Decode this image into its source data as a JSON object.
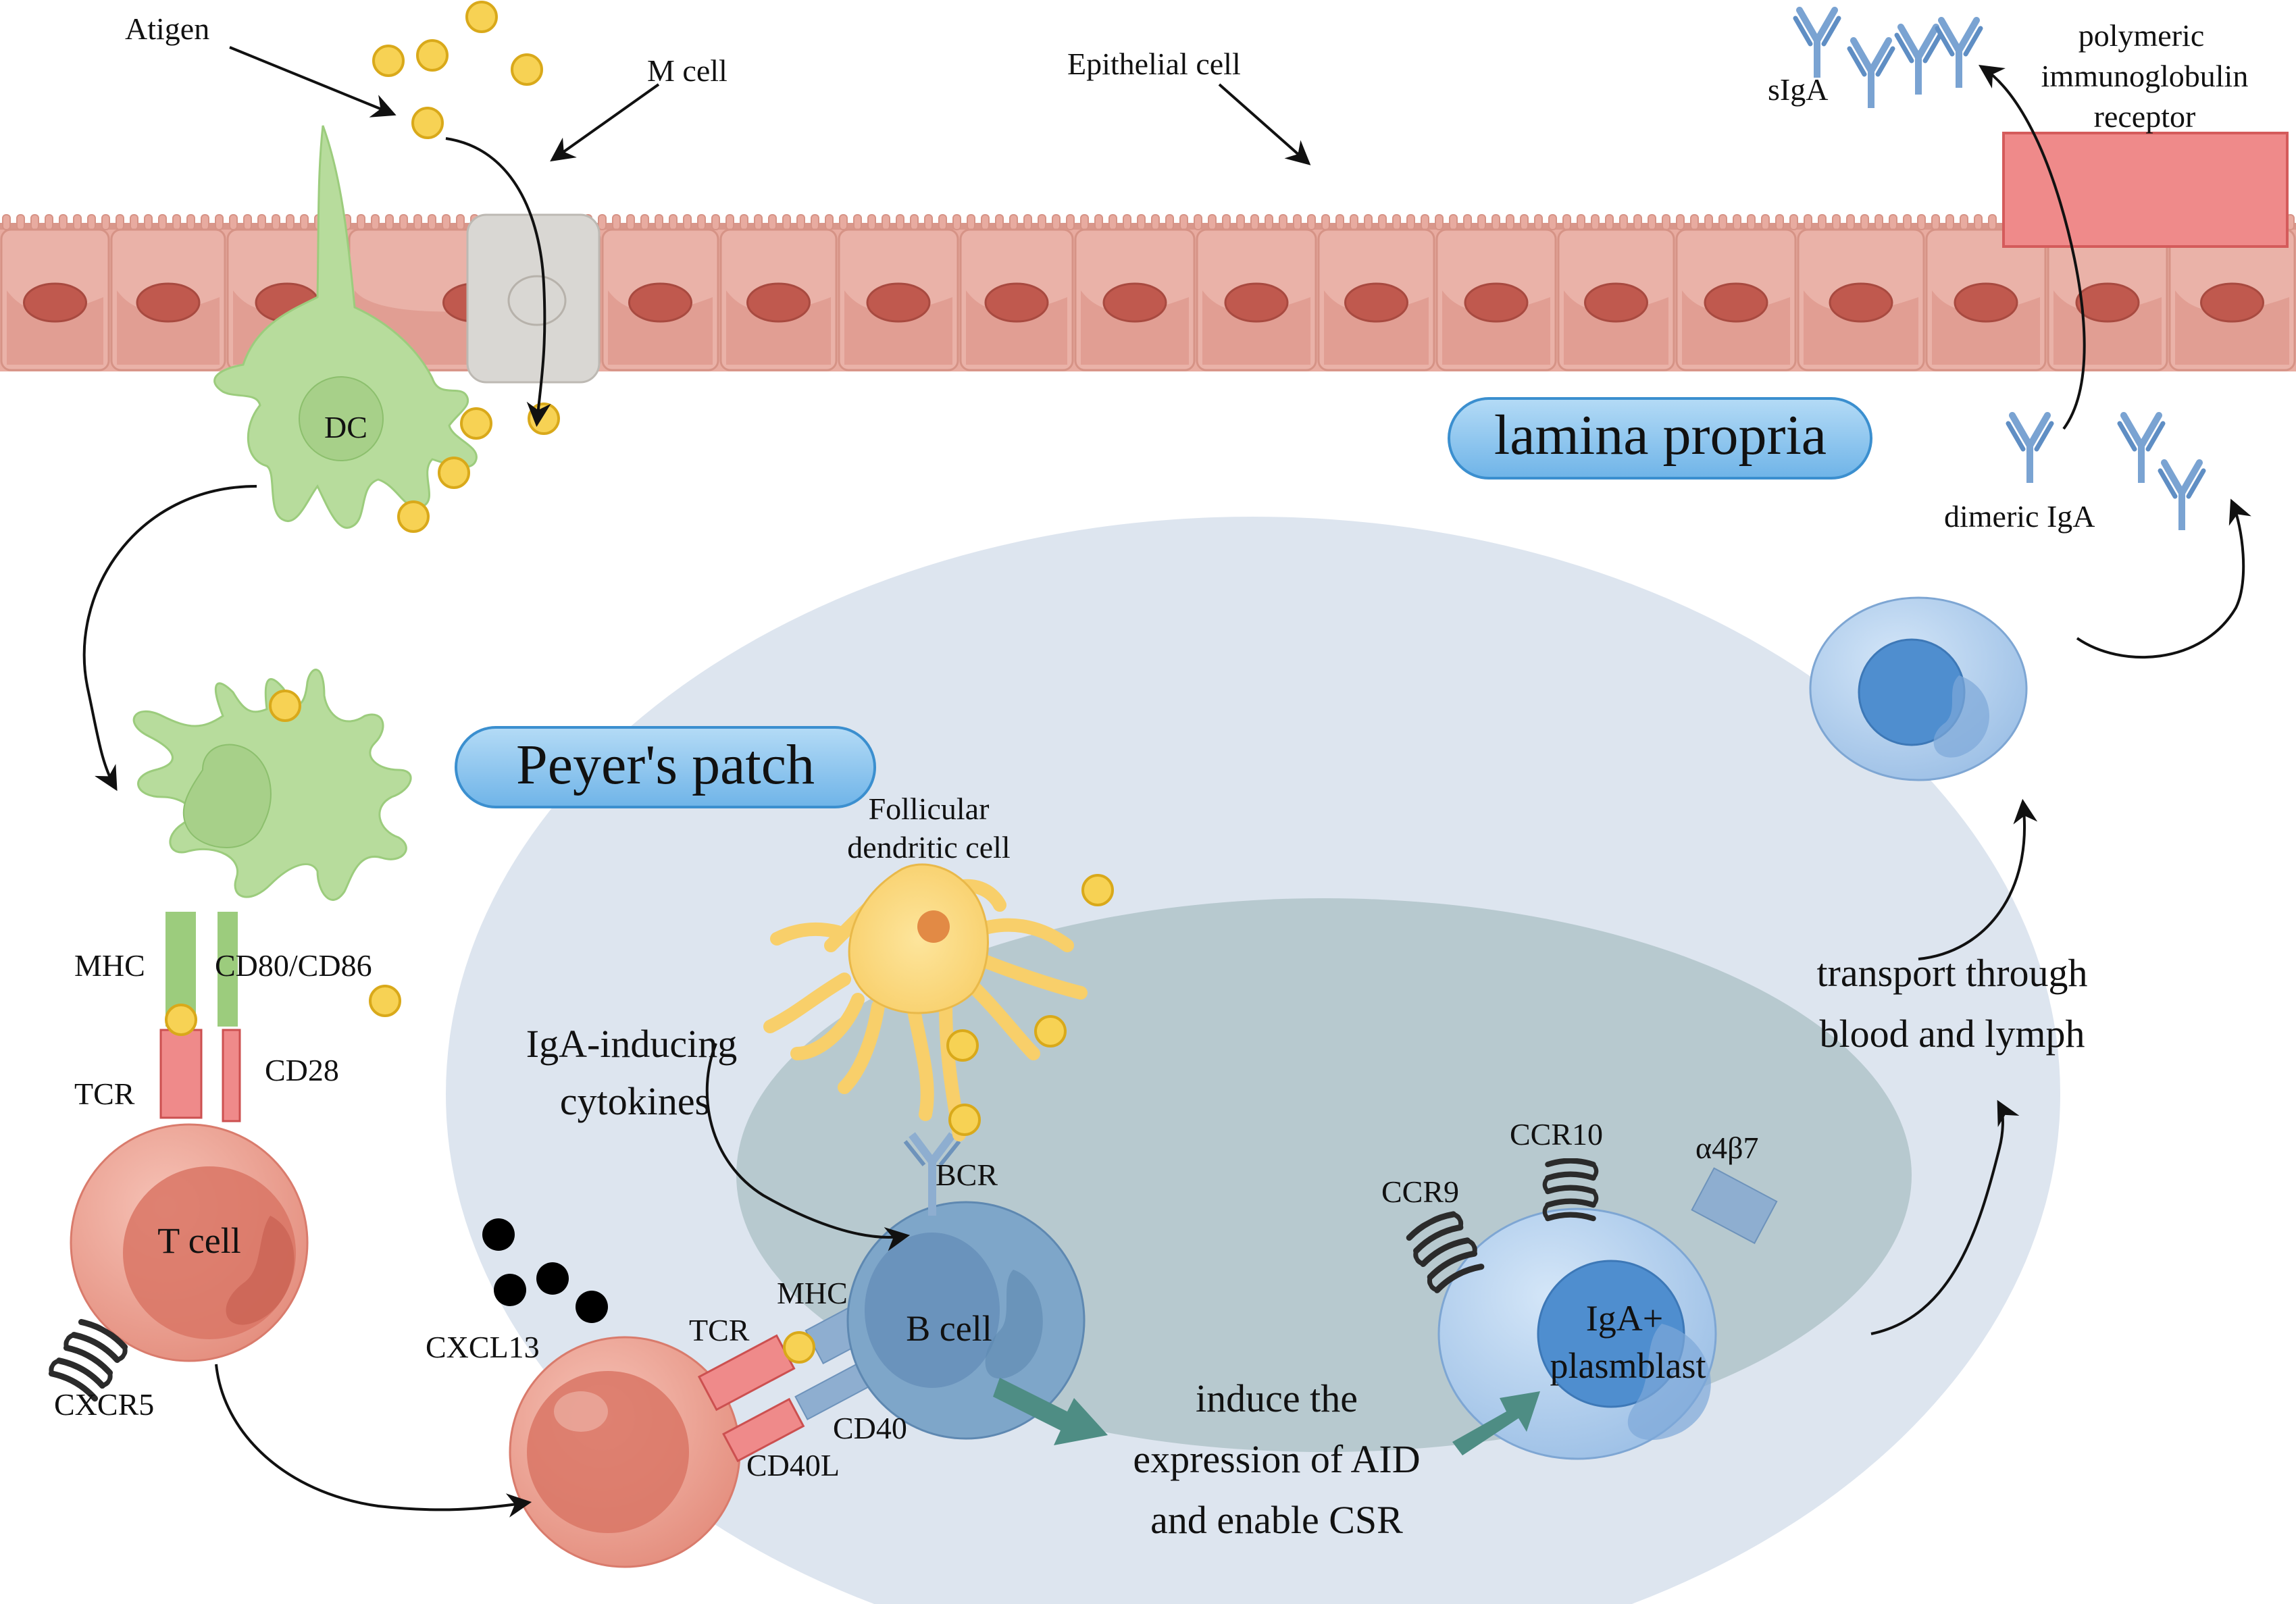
{
  "labels": {
    "antigen": "Atigen",
    "m_cell": "M cell",
    "epithelial_cell": "Epithelial cell",
    "siga": "sIgA",
    "pigr_line1": "polymeric",
    "pigr_line2": "immunoglobulin",
    "pigr_line3": "receptor",
    "lamina_propria": "lamina propria",
    "dimeric_iga": "dimeric IgA",
    "dc": "DC",
    "peyers_patch": "Peyer's patch",
    "fdc_line1": "Follicular",
    "fdc_line2": "dendritic cell",
    "mhc_dc": "MHC",
    "cd80_cd86": "CD80/CD86",
    "tcr_1": "TCR",
    "cd28": "CD28",
    "iga_cytokines_line1": "IgA-inducing",
    "iga_cytokines_line2": "cytokines",
    "bcr": "BCR",
    "t_cell": "T cell",
    "cxcr5": "CXCR5",
    "cxcl13": "CXCL13",
    "tcr_2": "TCR",
    "mhc_b": "MHC",
    "b_cell": "B cell",
    "cd40": "CD40",
    "cd40l": "CD40L",
    "induce_line1": "induce the",
    "induce_line2": "expression of AID",
    "induce_line3": "and enable CSR",
    "ccr10": "CCR10",
    "a4b7": "α4β7",
    "ccr9": "CCR9",
    "plasmablast_line1": "IgA+",
    "plasmablast_line2": "plasmblast",
    "transport_line1": "transport through",
    "transport_line2": "blood and lymph"
  },
  "colors": {
    "epithelium": "#e8aba0",
    "epithelium_nucleus": "#c0594e",
    "m_cell": "#d9d7d3",
    "antigen": "#f7d254",
    "dc": "#b7dc9c",
    "t_cell": "#e9998a",
    "b_cell": "#7ea6c9",
    "plasma_cell": "#a9c8ea",
    "peyers_outer": "#dde5ef",
    "peyers_inner": "#b7c9cf",
    "pill": "#8ec5ee",
    "pigr": "#ef8a8a",
    "antibody": "#7aa3d2",
    "cxcl13": "#000000",
    "arrow_teal": "#4e8d84"
  }
}
